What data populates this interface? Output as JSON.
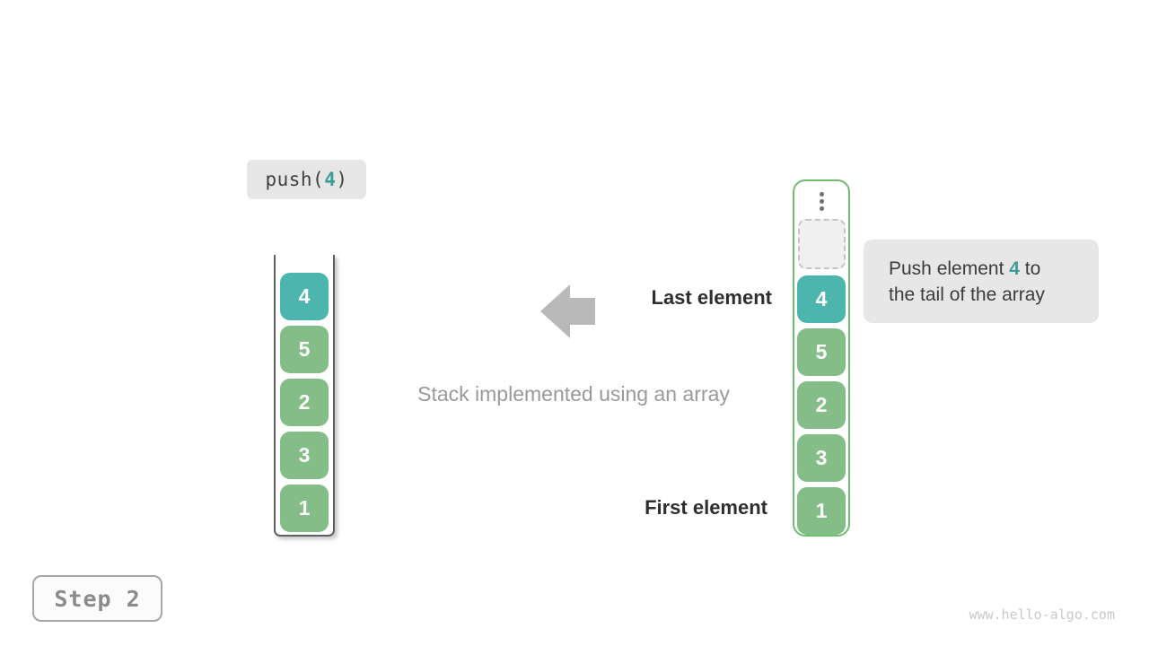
{
  "push_label": {
    "prefix": "push(",
    "arg": "4",
    "suffix": ")"
  },
  "stack_box": {
    "cells": [
      "4",
      "5",
      "2",
      "3",
      "1"
    ],
    "highlighted_value": "4"
  },
  "array_box": {
    "cells": [
      "4",
      "5",
      "2",
      "3",
      "1"
    ],
    "highlighted_value": "4",
    "ellipsis_icon": "vertical-dots",
    "placeholder_slot": "empty-dashed-slot"
  },
  "annotations": {
    "last_element": "Last element",
    "first_element": "First element",
    "caption": "Stack implemented using an array",
    "arrow_icon": "arrow-left"
  },
  "tooltip": {
    "line1_pre": "Push element ",
    "line1_accent": "4",
    "line1_post": " to",
    "line2": "the tail of the array"
  },
  "step_badge": {
    "label": "Step 2"
  },
  "watermark": "www.hello-algo.com",
  "colors": {
    "highlight_cell": "#4bb5ae",
    "normal_cell": "#85bd88",
    "array_border": "#6ebe6e",
    "accent_text": "#3b9e96",
    "arrow": "#b9b9b9",
    "bubble_bg": "#e7e7e7"
  }
}
